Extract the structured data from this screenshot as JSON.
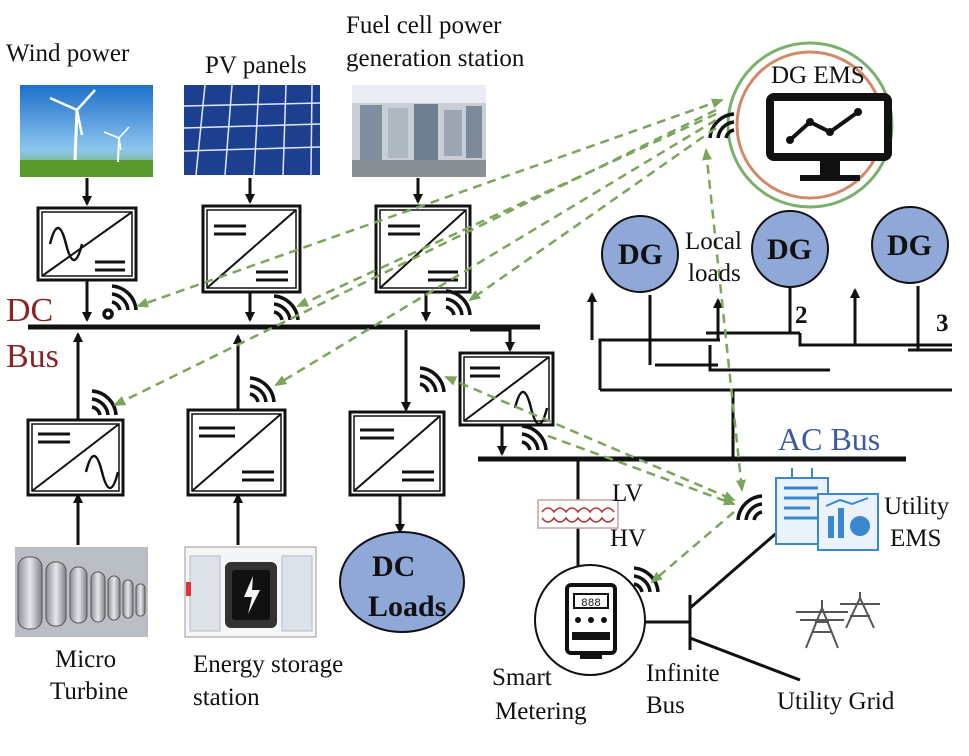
{
  "labels": {
    "wind": "Wind power",
    "pv": "PV panels",
    "fuel_l1": "Fuel cell power",
    "fuel_l2": "generation station",
    "dg_ems": "DG EMS",
    "dc": "DC",
    "bus": "Bus",
    "dg": "DG",
    "local_l1": "Local",
    "local_l2": "loads",
    "dg_num_2": "2",
    "dg_num_3": "3",
    "ac_bus": "AC Bus",
    "lv": "LV",
    "hv": "HV",
    "utility_ems_l1": "Utility",
    "utility_ems_l2": "EMS",
    "dc_loads_l1": "DC",
    "dc_loads_l2": "Loads",
    "micro_l1": "Micro",
    "micro_l2": "Turbine",
    "energy_l1": "Energy  storage",
    "energy_l2": "station",
    "smart_l1": "Smart",
    "smart_l2": "Metering",
    "infinite_l1": "Infinite",
    "infinite_l2": "Bus",
    "utility_grid": "Utility Grid",
    "meter_display": "888"
  },
  "colors": {
    "dc_bus_text": "#8b2323",
    "ac_bus_text": "#3b5aa3",
    "dg_fill": "#8fa8d8",
    "dashed_link": "#7aa55a",
    "ems_outer_ring": "#79b06a",
    "ems_inner_ring": "#d08a6a"
  },
  "icons": [
    "wind-turbine-icon",
    "solar-panel-icon",
    "fuel-cell-icon",
    "converter-icon",
    "wireless-signal-icon",
    "monitor-chart-icon",
    "micro-turbine-icon",
    "battery-storage-icon",
    "smart-meter-icon",
    "transmission-tower-icon",
    "dashboard-icon",
    "transformer-icon"
  ]
}
